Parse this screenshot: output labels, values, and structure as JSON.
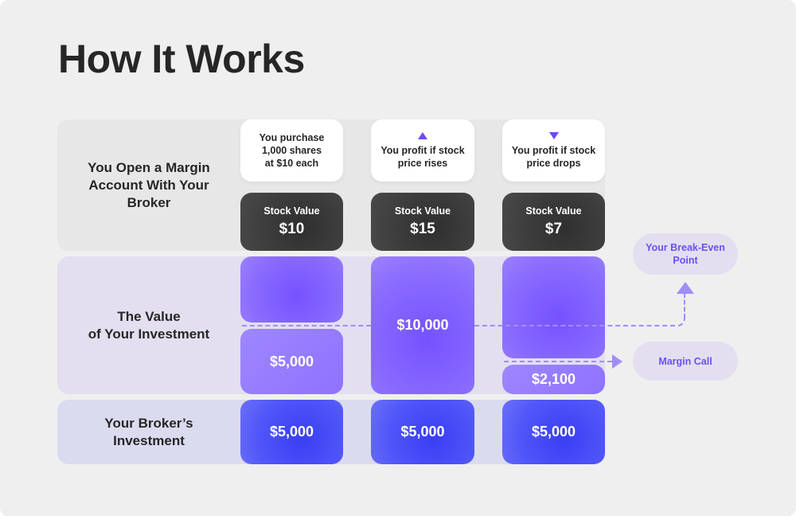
{
  "title": "How It Works",
  "rows": [
    {
      "label": "You Open a Margin Account With Your Broker"
    },
    {
      "label": "The Value of Your Investment",
      "label_line1": "The Value",
      "label_line2": "of Your Investment"
    },
    {
      "label": "Your Broker’s Investment",
      "label_line1": "Your Broker’s",
      "label_line2": "Investment"
    }
  ],
  "columns": [
    {
      "scenario": "You purchase 1,000 shares at $10 each",
      "scenario_lines": [
        "You purchase",
        "1,000 shares",
        "at $10 each"
      ],
      "icon": null,
      "stock_label": "Stock Value",
      "stock_value": "$10",
      "investment_value": "$5,000",
      "broker_investment": "$5,000"
    },
    {
      "scenario": "You profit if stock price rises",
      "scenario_lines": [
        "You profit if stock",
        "price rises"
      ],
      "icon": "triangle-up-icon",
      "stock_label": "Stock Value",
      "stock_value": "$15",
      "investment_value": "$10,000",
      "broker_investment": "$5,000"
    },
    {
      "scenario": "You profit if stock price drops",
      "scenario_lines": [
        "You profit if stock",
        "price drops"
      ],
      "icon": "triangle-down-icon",
      "stock_label": "Stock Value",
      "stock_value": "$7",
      "investment_value": "$2,100",
      "broker_investment": "$5,000"
    }
  ],
  "callouts": {
    "break_even": {
      "line1": "Your Break-Even",
      "line2": "Point"
    },
    "margin_call": "Margin Call"
  },
  "colors": {
    "background": "#efefef",
    "title": "#262626",
    "row1_bg": "#e7e7e7",
    "row2_bg": "#e3dff0",
    "row3_bg": "#dbdbf0",
    "purple_accent": "#7552ff",
    "blue_accent": "#3a3ef5",
    "dark_box": "#3a3a3a",
    "callout_text": "#6e4ff0",
    "dashed_line": "#a28cf5"
  }
}
